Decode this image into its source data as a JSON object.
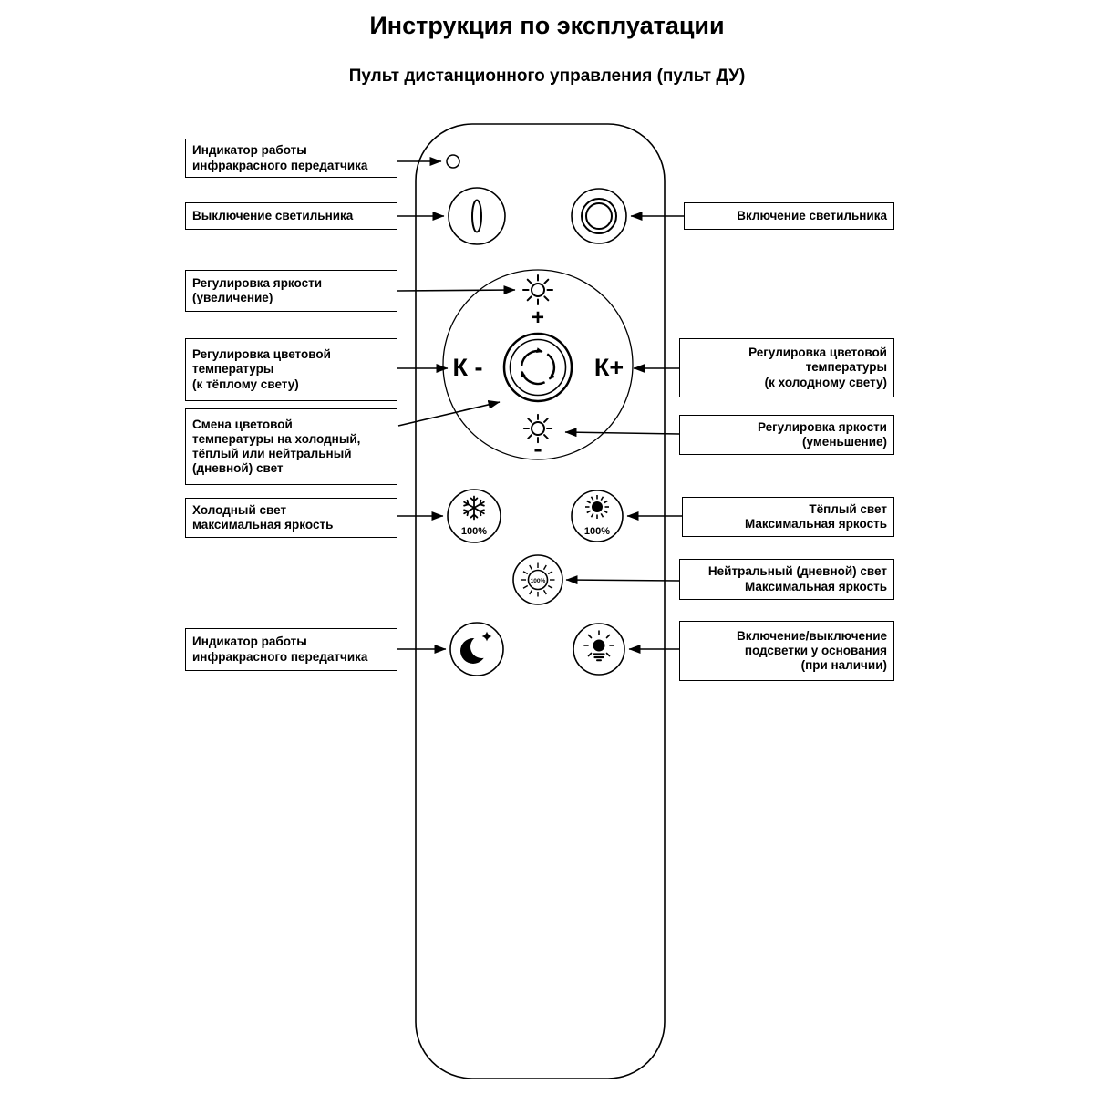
{
  "header": {
    "title": "Инструкция по эксплуатации",
    "subtitle": "Пульт дистанционного управления (пульт ДУ)"
  },
  "labels_left": [
    {
      "text": "Индикатор работы\nинфракрасного передатчика"
    },
    {
      "text": "Выключение светильника"
    },
    {
      "text": "Регулировка яркости\n(увеличение)"
    },
    {
      "text": "Регулировка цветовой\nтемпературы\n(к тёплому свету)"
    },
    {
      "text": "Смена цветовой\nтемпературы на холодный,\nтёплый или нейтральный\n(дневной) свет"
    },
    {
      "text": "Холодный свет\nмаксимальная яркость"
    },
    {
      "text": "Индикатор работы\nинфракрасного передатчика"
    }
  ],
  "labels_right": [
    {
      "text": "Включение светильника"
    },
    {
      "text": "Регулировка цветовой\nтемпературы\n(к холодному свету)"
    },
    {
      "text": "Регулировка яркости\n(уменьшение)"
    },
    {
      "text": "Тёплый свет\nМаксимальная яркость"
    },
    {
      "text": "Нейтральный (дневной) свет\nМаксимальная яркость"
    },
    {
      "text": "Включение/выключение\nподсветки у основания\n(при наличии)"
    }
  ],
  "remote": {
    "k_minus_label": "К -",
    "k_plus_label": "К+",
    "plus_sign": "+",
    "minus_sign": "-",
    "cold_percent": "100%",
    "warm_percent": "100%",
    "neutral_percent": "100%"
  },
  "colors": {
    "outline": "#000000",
    "background": "#ffffff"
  }
}
